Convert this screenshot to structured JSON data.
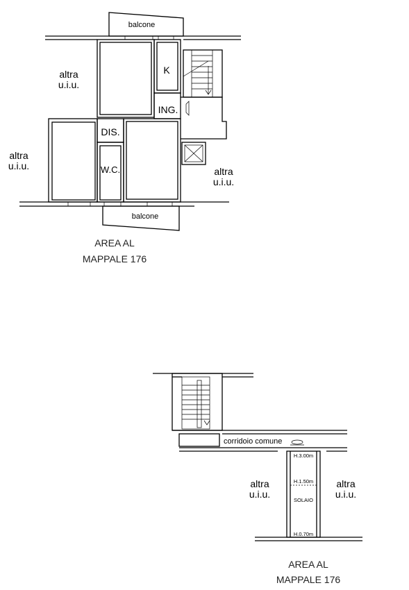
{
  "upper_plan": {
    "balcony_top": "balcone",
    "balcony_bottom": "balcone",
    "kitchen": "K",
    "entrance": "ING.",
    "disimpegno": "DIS.",
    "wc": "W.C.",
    "other_unit_line1": "altra",
    "other_unit_line2": "u.i.u.",
    "area_line1": "AREA AL",
    "area_line2": "MAPPALE 176"
  },
  "lower_plan": {
    "corridor": "corridoio comune",
    "height_top": "H.3.00m",
    "height_mid": "H.1.50m",
    "height_bottom": "H.0.70m",
    "attic": "SOLAIO",
    "other_unit_line1": "altra",
    "other_unit_line2": "u.i.u.",
    "area_line1": "AREA AL",
    "area_line2": "MAPPALE 176"
  }
}
